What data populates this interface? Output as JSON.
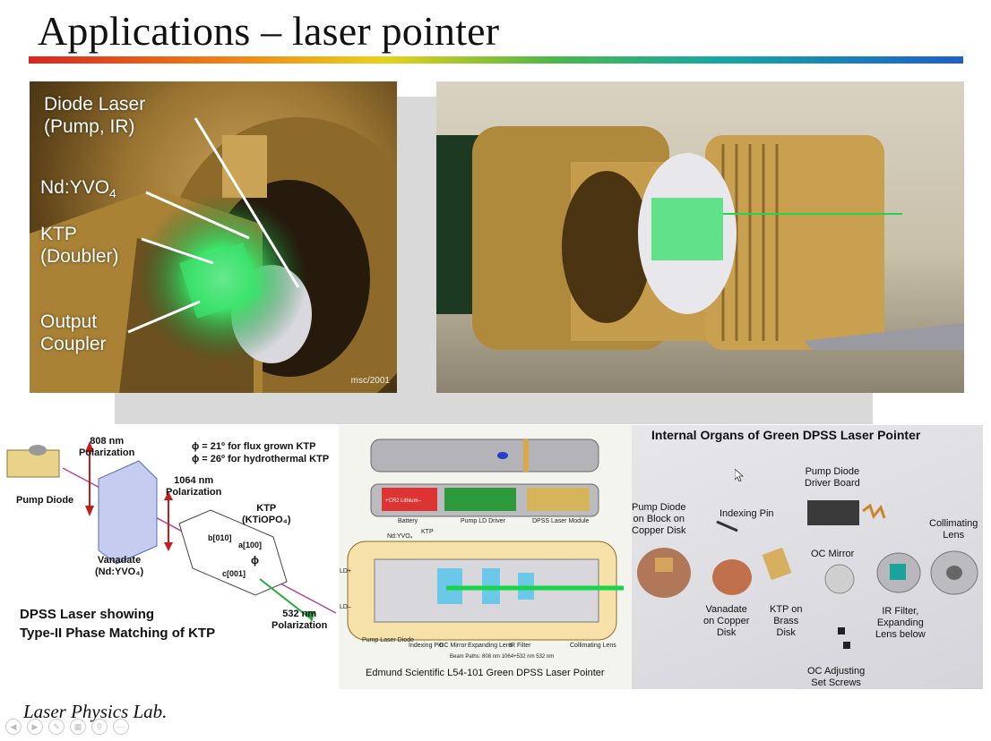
{
  "slide": {
    "title": "Applications – laser pointer",
    "footer": "Laser Physics Lab."
  },
  "photo_left": {
    "labels": {
      "diode": "Diode Laser\n(Pump, IR)",
      "ndyvo_main": "Nd:YVO",
      "ndyvo_sub": "4",
      "ktp": "KTP\n(Doubler)",
      "output": "Output\nCoupler"
    },
    "credit": "msc/2001"
  },
  "diagram": {
    "pol808": "808 nm\nPolarization",
    "phi1": "ϕ = 21º for flux grown KTP",
    "phi2": "ϕ = 26º for hydrothermal KTP",
    "pump_diode": "Pump Diode",
    "pol1064": "1064 nm\nPolarization",
    "ktp": "KTP\n(KTiOPO₄)",
    "b010": "b[010]",
    "a100": "a[100]",
    "c001": "c[001]",
    "phi": "ϕ",
    "vanadate": "Vanadate\n(Nd:YVO₄)",
    "pol532": "532 nm\nPolarization",
    "caption": "DPSS Laser showing\nType-II Phase Matching of KTP"
  },
  "schematic": {
    "battery": "Battery",
    "pump_driver": "Pump LD Driver",
    "module": "DPSS Laser Module",
    "cr2": "+CR2 Lithium–",
    "ndyvo": "Nd:YVO₄",
    "ktp": "KTP",
    "ld_plus": "LD+",
    "ld_minus": "LD–",
    "pump_laser_diode": "Pump Laser Diode",
    "indexing_pin": "Indexing Pin",
    "oc_mirror": "OC Mirror",
    "expanding_lens": "Expanding Lens",
    "ir_filter": "IR Filter",
    "collimating_lens": "Collimating Lens",
    "beam_paths": "Beam Paths:   808 nm   1064+532 nm   532 nm",
    "caption": "Edmund Scientific L54-101 Green  DPSS Laser Pointer"
  },
  "organs": {
    "title": "Internal Organs of Green DPSS Laser Pointer",
    "pump_driver_board": "Pump Diode\nDriver Board",
    "pump_diode_block": "Pump Diode\non Block on\nCopper Disk",
    "indexing_pin": "Indexing Pin",
    "collimating_lens": "Collimating\nLens",
    "oc_mirror": "OC Mirror",
    "vanadate_disk": "Vanadate\non Copper\nDisk",
    "ktp_brass": "KTP on\nBrass\nDisk",
    "ir_filter": "IR Filter,\nExpanding\nLens below",
    "oc_screws": "OC Adjusting\nSet Screws"
  },
  "colors": {
    "laser_green": "#19d34a",
    "brass": "#b8913f",
    "accent_red": "#d7261e"
  }
}
